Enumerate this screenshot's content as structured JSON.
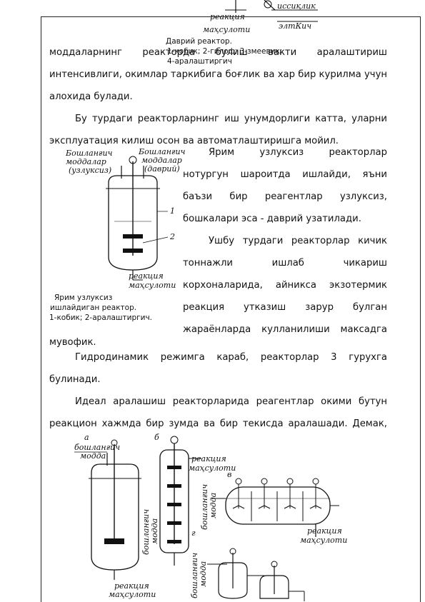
{
  "top_fig": {
    "label_product": "реакция",
    "label_product2": "маҳсулоти",
    "label_coil": "иссиқлик",
    "label_coil2": "элтКич",
    "cap1": "Даврий реактор.",
    "cap2": "1-кобик; 2-гилоф; 3-змеевик;",
    "cap3": "4-аралаштиргич"
  },
  "paragraphs": {
    "p1_l1": "моддаларнинг реакторда булиш вакти аралаштириш",
    "p1_l2": "интенсивлиги, окимлар таркибига боғлик ва хар бир курилма учун",
    "p1_l3": "алохида булади.",
    "p2_l1": "Бу турдаги реакторларнинг иш унумдорлиги катта, уларни",
    "p2_l2": "эксплуатация килиш осон ва автоматлаштиришга мойил.",
    "p3_l1": "Ярим узлуксиз реакторлар",
    "p3_l2": "нотургун шароитда ишлайди, яъни",
    "p3_l3": "баъзи бир реагентлар узлуксиз,",
    "p3_l4": "бошкалари эса - даврий узатилади.",
    "p4_l1": "Ушбу турдаги реакторлар кичик",
    "p4_l2": "тоннажли ишлаб чикариш",
    "p4_l3": "корхоналарида, айникса экзотермик",
    "p4_l4": "реакция утказиш зарур булган",
    "p4_l5": "жараёнларда кулланилиши максадга",
    "p4_l6": "мувофик.",
    "p5_l1": "Гидродинамик режимга караб, реакторлар 3 гурухга",
    "p5_l2": "булинади.",
    "p6_l1": "Идеал аралашиш реакторларида реагентлар окими бутун",
    "p6_l2": "реакцион хажмда бир зумда ва бир текисда аралашади. Демак,"
  },
  "mid_fig": {
    "lbl_start1": "Бошланғич",
    "lbl_start2": "моддалар",
    "lbl_start3": "(узлуксиз)",
    "lbl_start4": "Бошланғич",
    "lbl_start5": "моддалар",
    "lbl_start6": "(даврий)",
    "num1": "1",
    "num2": "2",
    "lbl_prod1": "реакция",
    "lbl_prod2": "маҳсулоти",
    "cap1": "Ярим узлуксиз",
    "cap2": "ишлайдиган реактор.",
    "cap3": "1-кобик; 2-аралаштиргич."
  },
  "bottom_fig": {
    "a": "а",
    "b": "б",
    "v": "в",
    "g": "г",
    "a_in1": "бошланғич",
    "a_in2": "модда",
    "a_out1": "реакция",
    "a_out2": "маҳсулоти",
    "b_out1": "реакция",
    "b_out2": "маҳсулоти",
    "b_in1": "бошланғич",
    "b_in2": "модда",
    "v_in1": "бошланғич",
    "v_in2": "модда",
    "v_out1": "реакция",
    "v_out2": "маҳсулоти",
    "g_in1": "бошланғич",
    "g_in2": "модда"
  }
}
